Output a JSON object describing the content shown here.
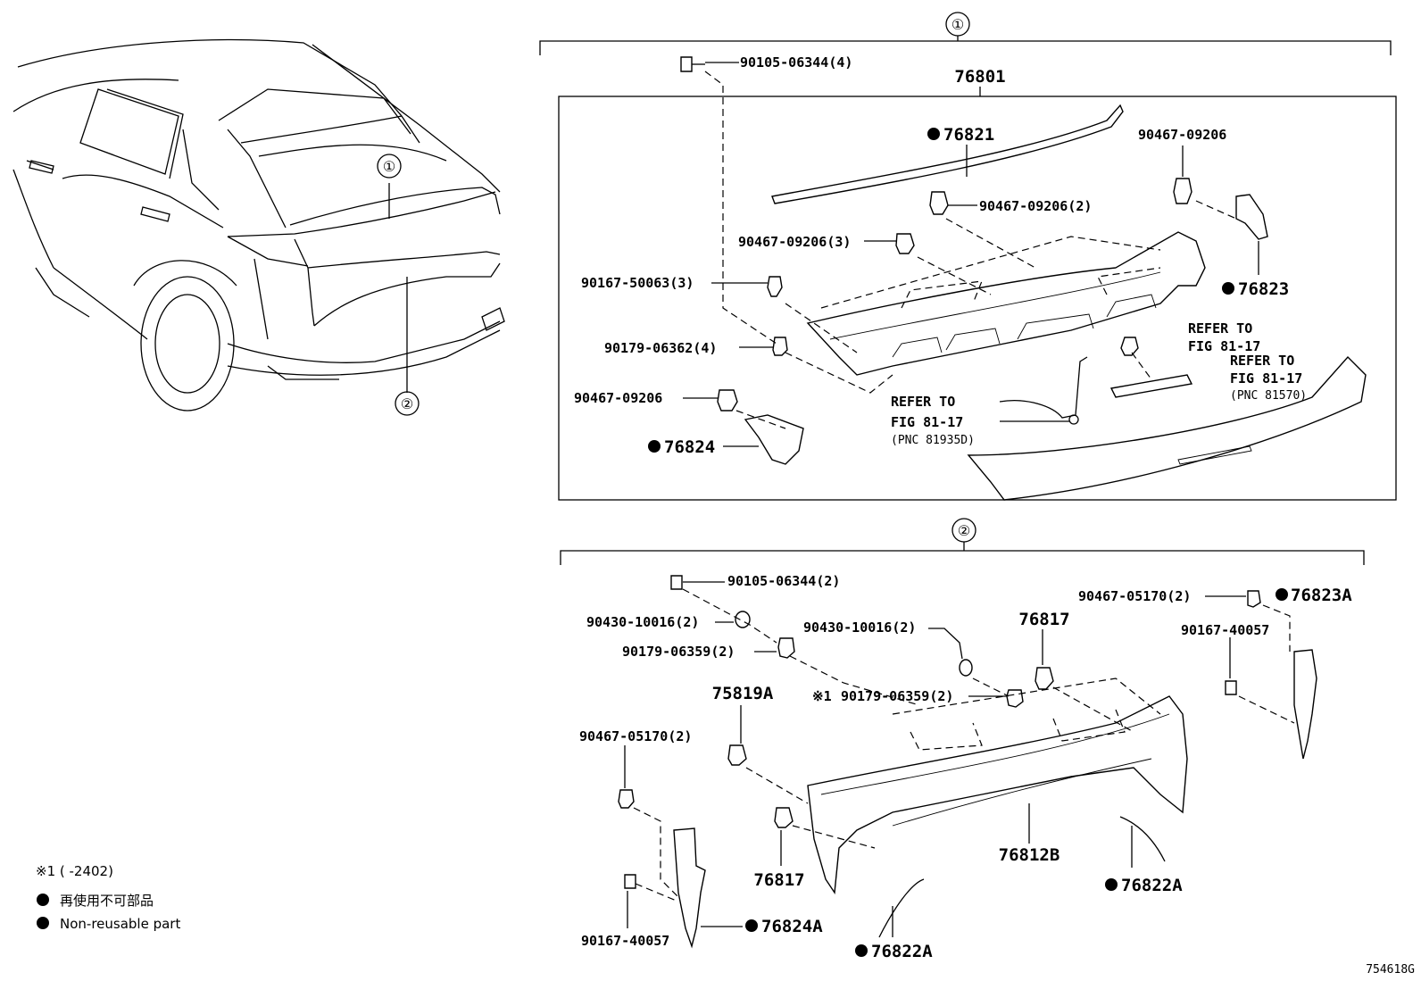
{
  "group_1": {
    "number": "①",
    "labels": {
      "p_90105_06344_4": "90105-06344(4)",
      "p_76801": "76801",
      "p_76821": "76821",
      "p_90467_09206_a": "90467-09206",
      "p_90467_09206_2": "90467-09206(2)",
      "p_90467_09206_3": "90467-09206(3)",
      "p_76823": "76823",
      "p_90167_50063_3": "90167-50063(3)",
      "p_90179_06362_4": "90179-06362(4)",
      "p_90467_09206_b": "90467-09206",
      "p_76824": "76824",
      "refer_a_1": "REFER TO",
      "refer_a_2": "FIG 81-17",
      "refer_b_1": "REFER TO",
      "refer_b_2": "FIG 81-17",
      "refer_b_3": "(PNC 81570)",
      "refer_c_1": "REFER TO",
      "refer_c_2": "FIG 81-17",
      "refer_c_3": "(PNC 81935D)"
    }
  },
  "group_2": {
    "number": "②",
    "labels": {
      "p_90105_06344_2": "90105-06344(2)",
      "p_90430_10016_2a": "90430-10016(2)",
      "p_90179_06359_2a": "90179-06359(2)",
      "p_90430_10016_2b": "90430-10016(2)",
      "p_76817_a": "76817",
      "p_90467_05170_2a": "90467-05170(2)",
      "p_76823A": "76823A",
      "p_90167_40057_a": "90167-40057",
      "p_75819A": "75819A",
      "p_90179_06359_2b": "90179-06359(2)",
      "note_mark": "※1",
      "p_90467_05170_2b": "90467-05170(2)",
      "p_76817_b": "76817",
      "p_76812B": "76812B",
      "p_76822A_a": "76822A",
      "p_76824A": "76824A",
      "p_90167_40057_b": "90167-40057",
      "p_76822A_b": "76822A"
    }
  },
  "vehicle_callouts": {
    "c1": "①",
    "c2": "②"
  },
  "legend": {
    "note": "※1 (      -2402)",
    "bullet_jp": "再使用不可部品",
    "bullet_en": "Non-reusable part"
  },
  "figure_id": "754618G"
}
